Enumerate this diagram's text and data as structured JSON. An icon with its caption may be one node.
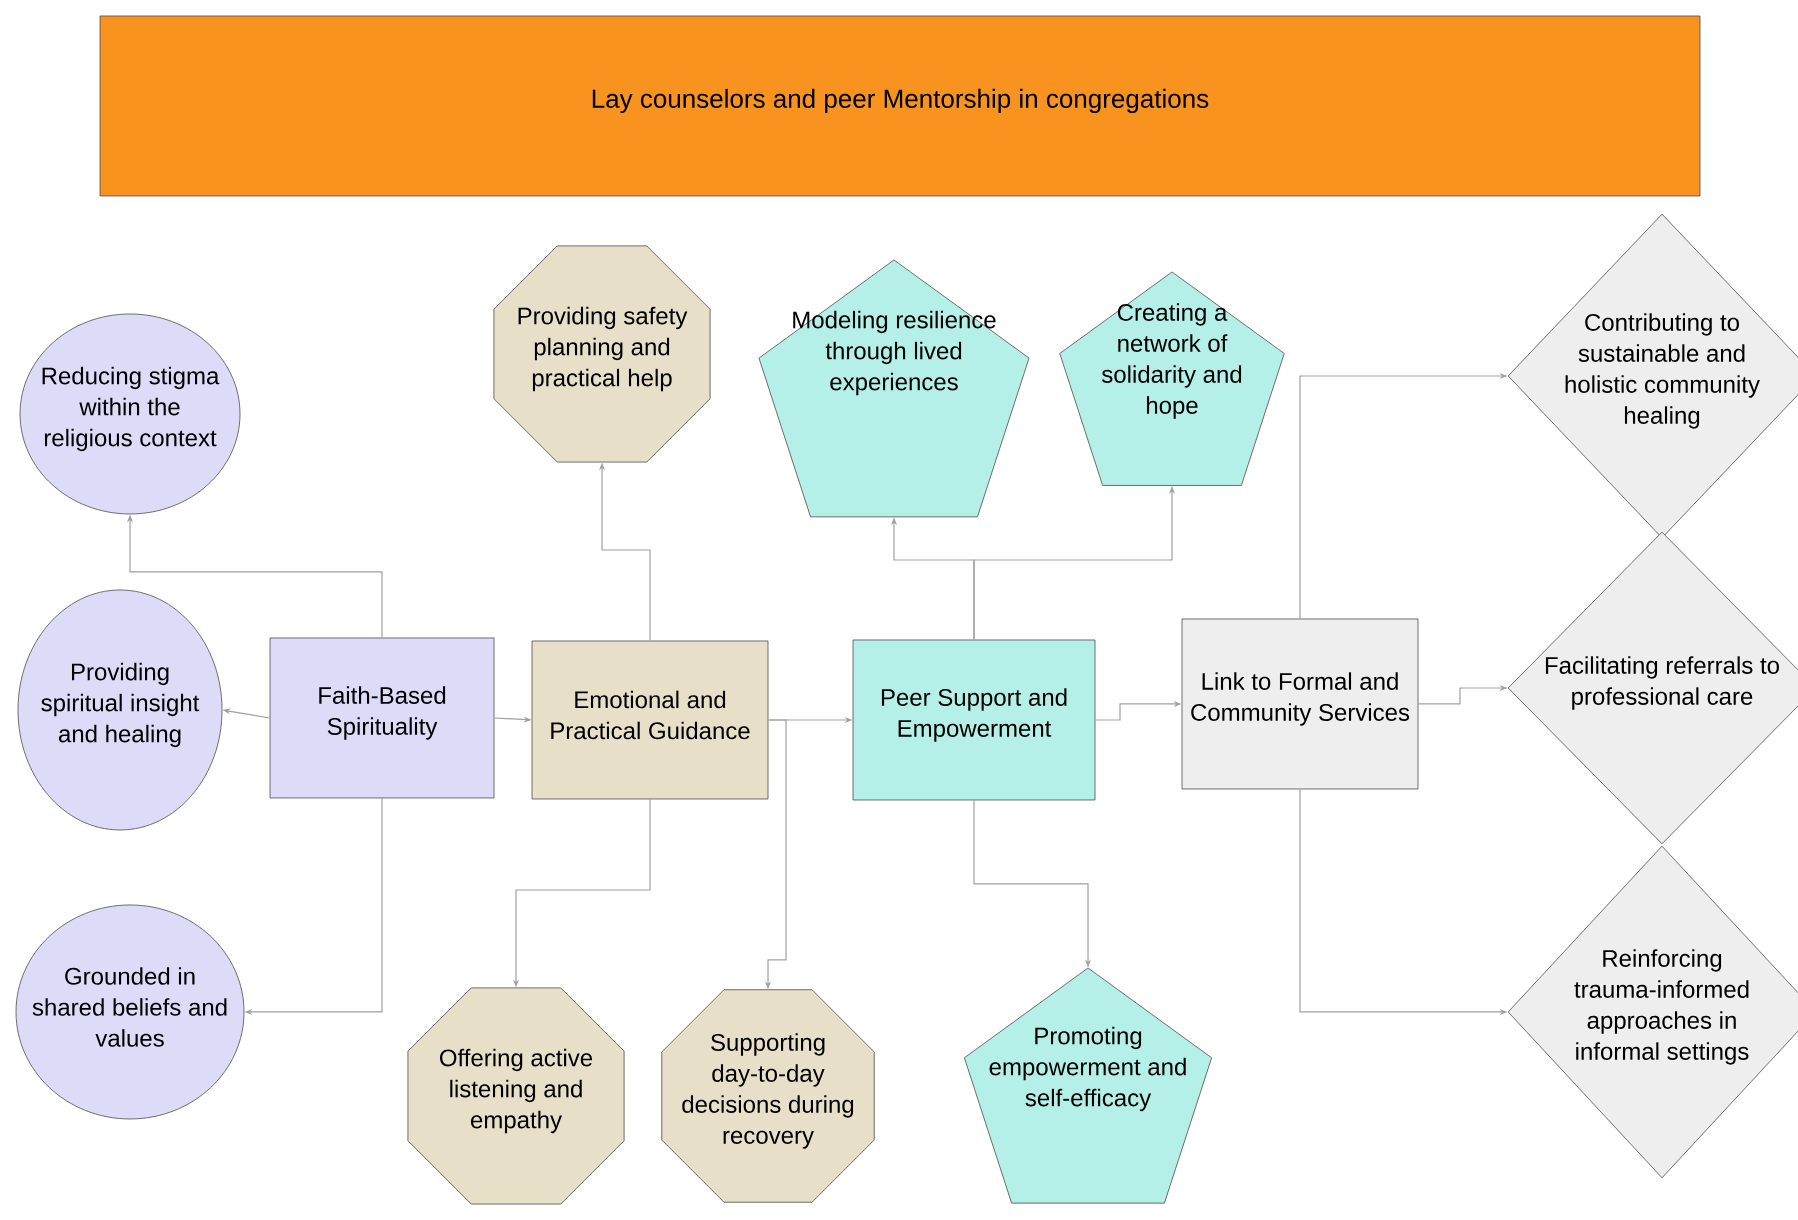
{
  "diagram": {
    "nodes": [
      {
        "text": [
          "Lay counselors and peer Mentorship in congregations"
        ]
      },
      {
        "text": [
          "Reducing stigma within the religious context"
        ]
      },
      {
        "text": [
          "Providing spiritual insight and healing"
        ]
      },
      {
        "text": [
          "Grounded in shared beliefs and values"
        ]
      },
      {
        "text": [
          "Faith-Based Spirituality"
        ]
      },
      {
        "text": [
          "Emotional and Practical Guidance"
        ]
      },
      {
        "text": [
          "Providing safety planning and practical help"
        ]
      },
      {
        "text": [
          "Offering active listening and empathy"
        ]
      },
      {
        "text": [
          "Supporting day-to-day decisions during recovery"
        ]
      },
      {
        "text": [
          "Peer Support and Empowerment"
        ]
      },
      {
        "text": [
          "Modeling resilience through lived experiences"
        ]
      },
      {
        "text": [
          "Creating a network of solidarity and hope"
        ]
      },
      {
        "text": [
          "Promoting empowerment and self-efficacy"
        ]
      },
      {
        "text": [
          "Link to Formal and Community Services"
        ]
      },
      {
        "text": [
          "Contributing to sustainable and holistic community healing"
        ]
      },
      {
        "text": [
          "Facilitating referrals to professional care"
        ]
      },
      {
        "text": [
          "Reinforcing trauma-informed approaches in informal settings"
        ]
      }
    ],
    "edges": [
      {
        "from": 4,
        "to": 1,
        "arrow": "to"
      },
      {
        "from": 4,
        "to": 2,
        "arrow": "to"
      },
      {
        "from": 4,
        "to": 3,
        "arrow": "to"
      },
      {
        "from": 4,
        "to": 5,
        "arrow": "to"
      },
      {
        "from": 5,
        "to": 6,
        "arrow": "to"
      },
      {
        "from": 5,
        "to": 7,
        "arrow": "to"
      },
      {
        "from": 5,
        "to": 8,
        "arrow": "to"
      },
      {
        "from": 5,
        "to": 9,
        "arrow": "to"
      },
      {
        "from": 9,
        "to": 10,
        "arrow": "to"
      },
      {
        "from": 9,
        "to": 11,
        "arrow": "to"
      },
      {
        "from": 9,
        "to": 12,
        "arrow": "to"
      },
      {
        "from": 9,
        "to": 13,
        "arrow": "to"
      },
      {
        "from": 13,
        "to": 14,
        "arrow": "to"
      },
      {
        "from": 13,
        "to": 15,
        "arrow": "to"
      },
      {
        "from": 13,
        "to": 16,
        "arrow": "to"
      }
    ]
  }
}
